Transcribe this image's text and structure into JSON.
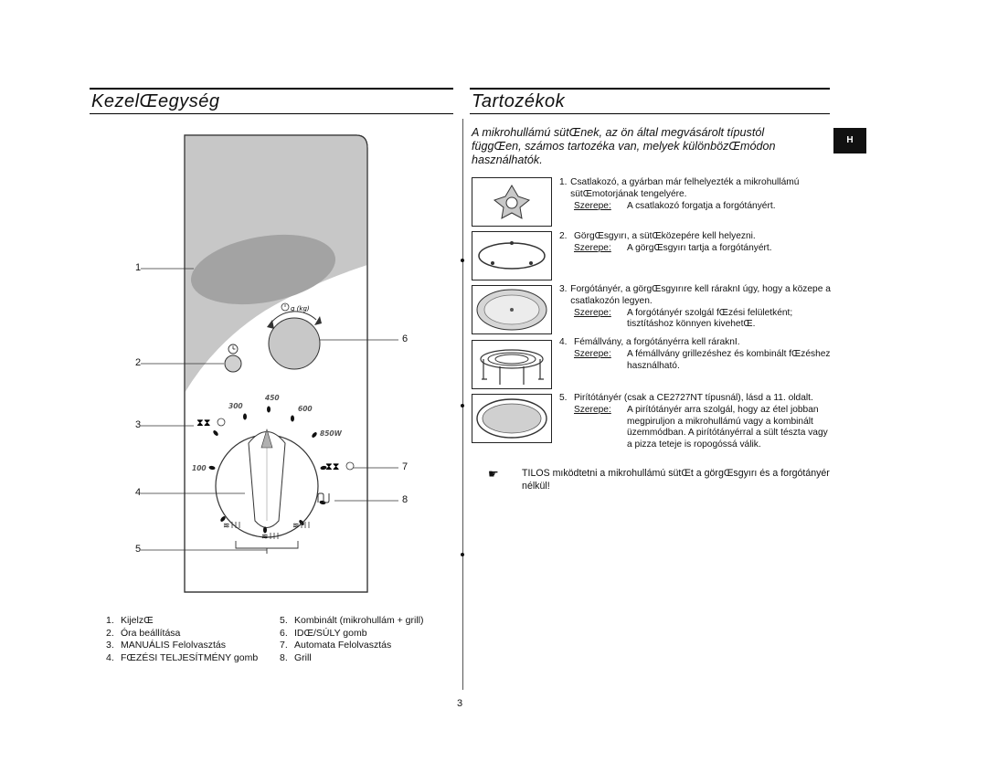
{
  "left": {
    "title": "KezelŒegység",
    "callouts": [
      "1",
      "2",
      "3",
      "4",
      "5",
      "6",
      "7",
      "8"
    ],
    "dial_labels": {
      "p300": "300",
      "p450": "450",
      "p600": "600",
      "p850": "850W",
      "p100": "100"
    },
    "legend": [
      {
        "n": "1.",
        "text": "KijelzŒ"
      },
      {
        "n": "2.",
        "text": "Óra beállítása"
      },
      {
        "n": "3.",
        "text": "MANUÁLIS Felolvasztás"
      },
      {
        "n": "4.",
        "text": "FŒZÉSI TELJESÍTMÉNY gomb"
      },
      {
        "n": "5.",
        "text": "Kombinált (mikrohullám + grill)"
      },
      {
        "n": "6.",
        "text": "IDŒ/SÚLY gomb"
      },
      {
        "n": "7.",
        "text": "Automata Felolvasztás"
      },
      {
        "n": "8.",
        "text": "Grill"
      }
    ]
  },
  "right": {
    "title": "Tartozékok",
    "side_tab": "H",
    "intro": "A mikrohullámú sütŒnek, az ön által megvásárolt típustól függŒen, számos tartozéka van, melyek különbözŒmódon használhatók.",
    "items": [
      {
        "n": "1.",
        "text": "Csatlakozó, a gyárban már felhelyezték a mikrohullámú sütŒmotorjának tengelyére.",
        "role_label": "Szerepe:",
        "role": "A csatlakozó forgatja a forgótányért."
      },
      {
        "n": "2.",
        "text": "GörgŒsgyırı, a sütŒközepére kell helyezni.",
        "role_label": "Szerepe:",
        "role": "A görgŒsgyırı tartja a forgótányért."
      },
      {
        "n": "3.",
        "text": "Forgótányér, a görgŒsgyırıre kell ráraknI úgy, hogy a közepe a csatlakozón legyen.",
        "role_label": "Szerepe:",
        "role": "A forgótányér szolgál fŒzési felületként; tisztításhoz könnyen kivehetŒ."
      },
      {
        "n": "4.",
        "text": "Fémállvány, a forgótányérra kell ráraknI.",
        "role_label": "Szerepe:",
        "role": "A fémállvány grillezéshez és kombinált fŒzéshez használható."
      },
      {
        "n": "5.",
        "text": "Pirítótányér (csak a CE2727NT típusnál), lásd a 11. oldalt.",
        "role_label": "Szerepe:",
        "role": "A pirítótányér arra szolgál, hogy az étel jobban megpiruljon a mikrohullámú vagy a kombinált üzemmódban. A pirítótányérral a sült tészta vagy a pizza teteje is ropogóssá válik."
      }
    ],
    "warning_icon": "☛",
    "warning": "TILOS mıködtetni a mikrohullámú sütŒt a görgŒsgyırı és a forgótányér nélkül!"
  },
  "page_number": "3",
  "colors": {
    "panel_grey": "#b9b9b9",
    "display_grey": "#9a9a9a",
    "ink": "#111111"
  }
}
